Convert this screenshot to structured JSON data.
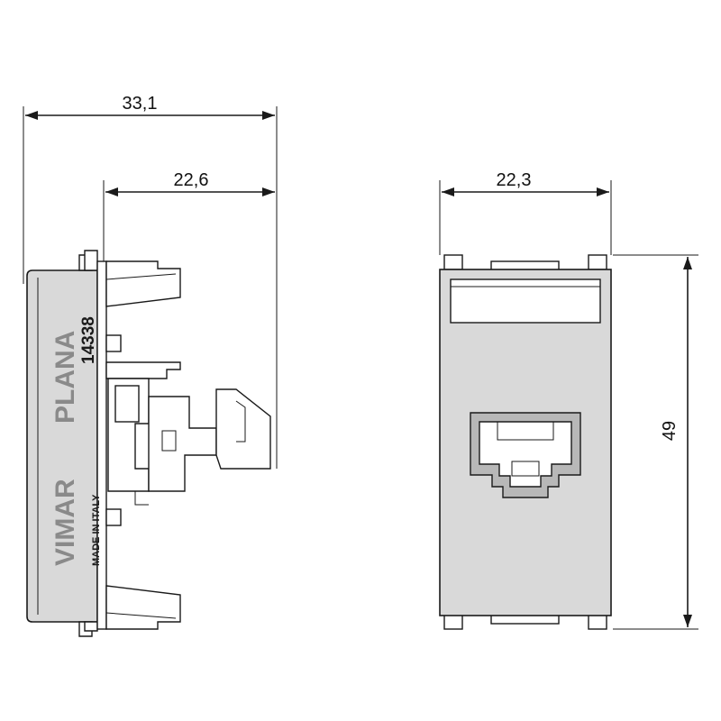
{
  "dimensions": {
    "overall_depth": "33,1",
    "inner_depth": "22,6",
    "front_width": "22,3",
    "height": "49"
  },
  "side_view": {
    "brand": "VIMAR",
    "series": "PLANA",
    "code": "14338",
    "origin": "MADE IN ITALY"
  },
  "front_view": {
    "socket": "rj-socket"
  },
  "colors": {
    "line": "#1a1a1a",
    "body": "#d9d9d9",
    "label": "#8a8a8a"
  }
}
